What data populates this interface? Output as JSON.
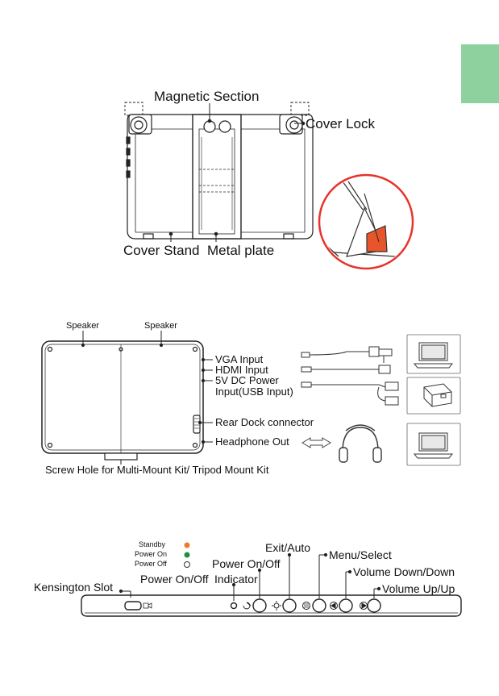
{
  "colors": {
    "tab_green": "#8fd19e",
    "standby_orange": "#f07a2a",
    "power_on_green": "#1e8f45",
    "stand_highlight": "#e8552b",
    "callout_ring": "#e8332b"
  },
  "section_cover": {
    "magnetic_section": "Magnetic Section",
    "cover_lock": "Cover Lock",
    "cover_stand": "Cover Stand",
    "metal_plate": "Metal plate"
  },
  "section_rear": {
    "speaker_left": "Speaker",
    "speaker_right": "Speaker",
    "vga_input": "VGA Input",
    "hdmi_input": "HDMI Input",
    "dc_power_1": "5V DC Power",
    "dc_power_2": "Input(USB Input)",
    "rear_dock": "Rear Dock connector",
    "headphone_out": "Headphone Out",
    "screw_hole": "Screw Hole for Multi-Mount Kit/ Tripod Mount Kit",
    "icons": [
      "vga-cable-icon",
      "hdmi-cable-icon",
      "usb-cable-icon",
      "laptop-icon",
      "power-adapter-icon",
      "headphones-icon"
    ]
  },
  "section_side": {
    "standby": "Standby",
    "power_on_state": "Power On",
    "power_off_state": "Power Off",
    "kensington_slot": "Kensington Slot",
    "power_onoff_indicator_1": "Power On/Off",
    "power_onoff_indicator_2": "Indicator",
    "power_onoff": "Power On/Off",
    "exit_auto": "Exit/Auto",
    "menu_select": "Menu/Select",
    "volume_down": "Volume Down/Down",
    "volume_up": "Volume Up/Up"
  }
}
